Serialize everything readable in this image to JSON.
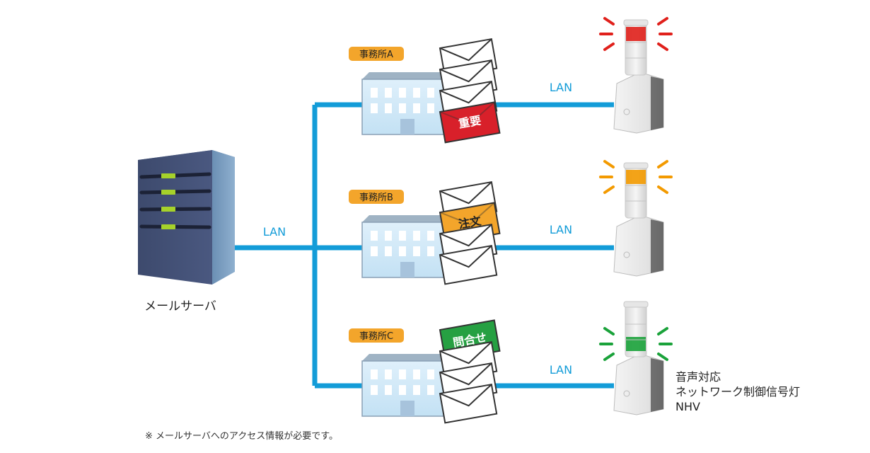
{
  "server": {
    "label": "メールサーバ"
  },
  "lan": {
    "label": "LAN"
  },
  "offices": [
    {
      "name": "事務所A",
      "tag": "重要",
      "tag_color": "#d8202a",
      "light": "red"
    },
    {
      "name": "事務所B",
      "tag": "注文",
      "tag_color": "#f3a52b",
      "light": "orange"
    },
    {
      "name": "事務所C",
      "tag": "問合せ",
      "tag_color": "#26a042",
      "light": "green"
    }
  ],
  "device": {
    "line1": "音声対応",
    "line2": "ネットワーク制御信号灯",
    "line3": "NHV"
  },
  "footnote": "※ メールサーバへのアクセス情報が必要です。",
  "colors": {
    "lan": "#139cd8",
    "badge": "#f3a52b",
    "red_light": "#e0201b",
    "orange_light": "#f39a00",
    "green_light": "#1aa23a"
  }
}
